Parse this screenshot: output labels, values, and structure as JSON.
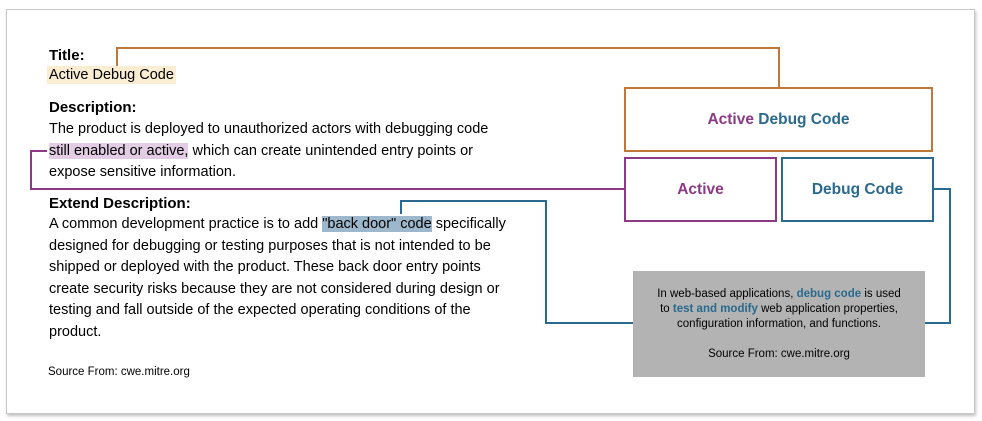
{
  "left": {
    "title_label": "Title:",
    "title_value": "Active Debug Code",
    "description_label": "Description:",
    "description_line1": "The product is deployed to unauthorized actors with debugging code",
    "description_highlight": "still enabled or active,",
    "description_rest": " which can create unintended entry points or",
    "description_line3": "expose sensitive information.",
    "extend_label": "Extend Description:",
    "extend_pre": "A common development practice is to add ",
    "extend_highlight": "\"back door\" code",
    "extend_post": " specifically",
    "extend_line2": "designed for debugging or testing purposes that is not intended to be",
    "extend_line3": "shipped or deployed with the product. These back door entry points",
    "extend_line4": "create security risks because they are not considered during design or",
    "extend_line5": "testing and fall outside of the expected operating conditions of the",
    "extend_line6": "product.",
    "source": "Source From: cwe.mitre.org"
  },
  "right": {
    "main_word1": "Active",
    "main_word2": "Debug Code",
    "active_box": "Active",
    "debug_box": "Debug Code",
    "note_pre": "In web-based applications, ",
    "note_b1": "debug code",
    "note_mid": " is used",
    "note_to": "to ",
    "note_b2": "test and modify",
    "note_post": " web application properties,",
    "note_line3": "configuration information, and functions.",
    "note_source": "Source From: cwe.mitre.org"
  },
  "colors": {
    "orange": "#c0783a",
    "purple": "#8c3a86",
    "blue": "#2a6a8e",
    "note_bg": "#b3b3b3"
  }
}
